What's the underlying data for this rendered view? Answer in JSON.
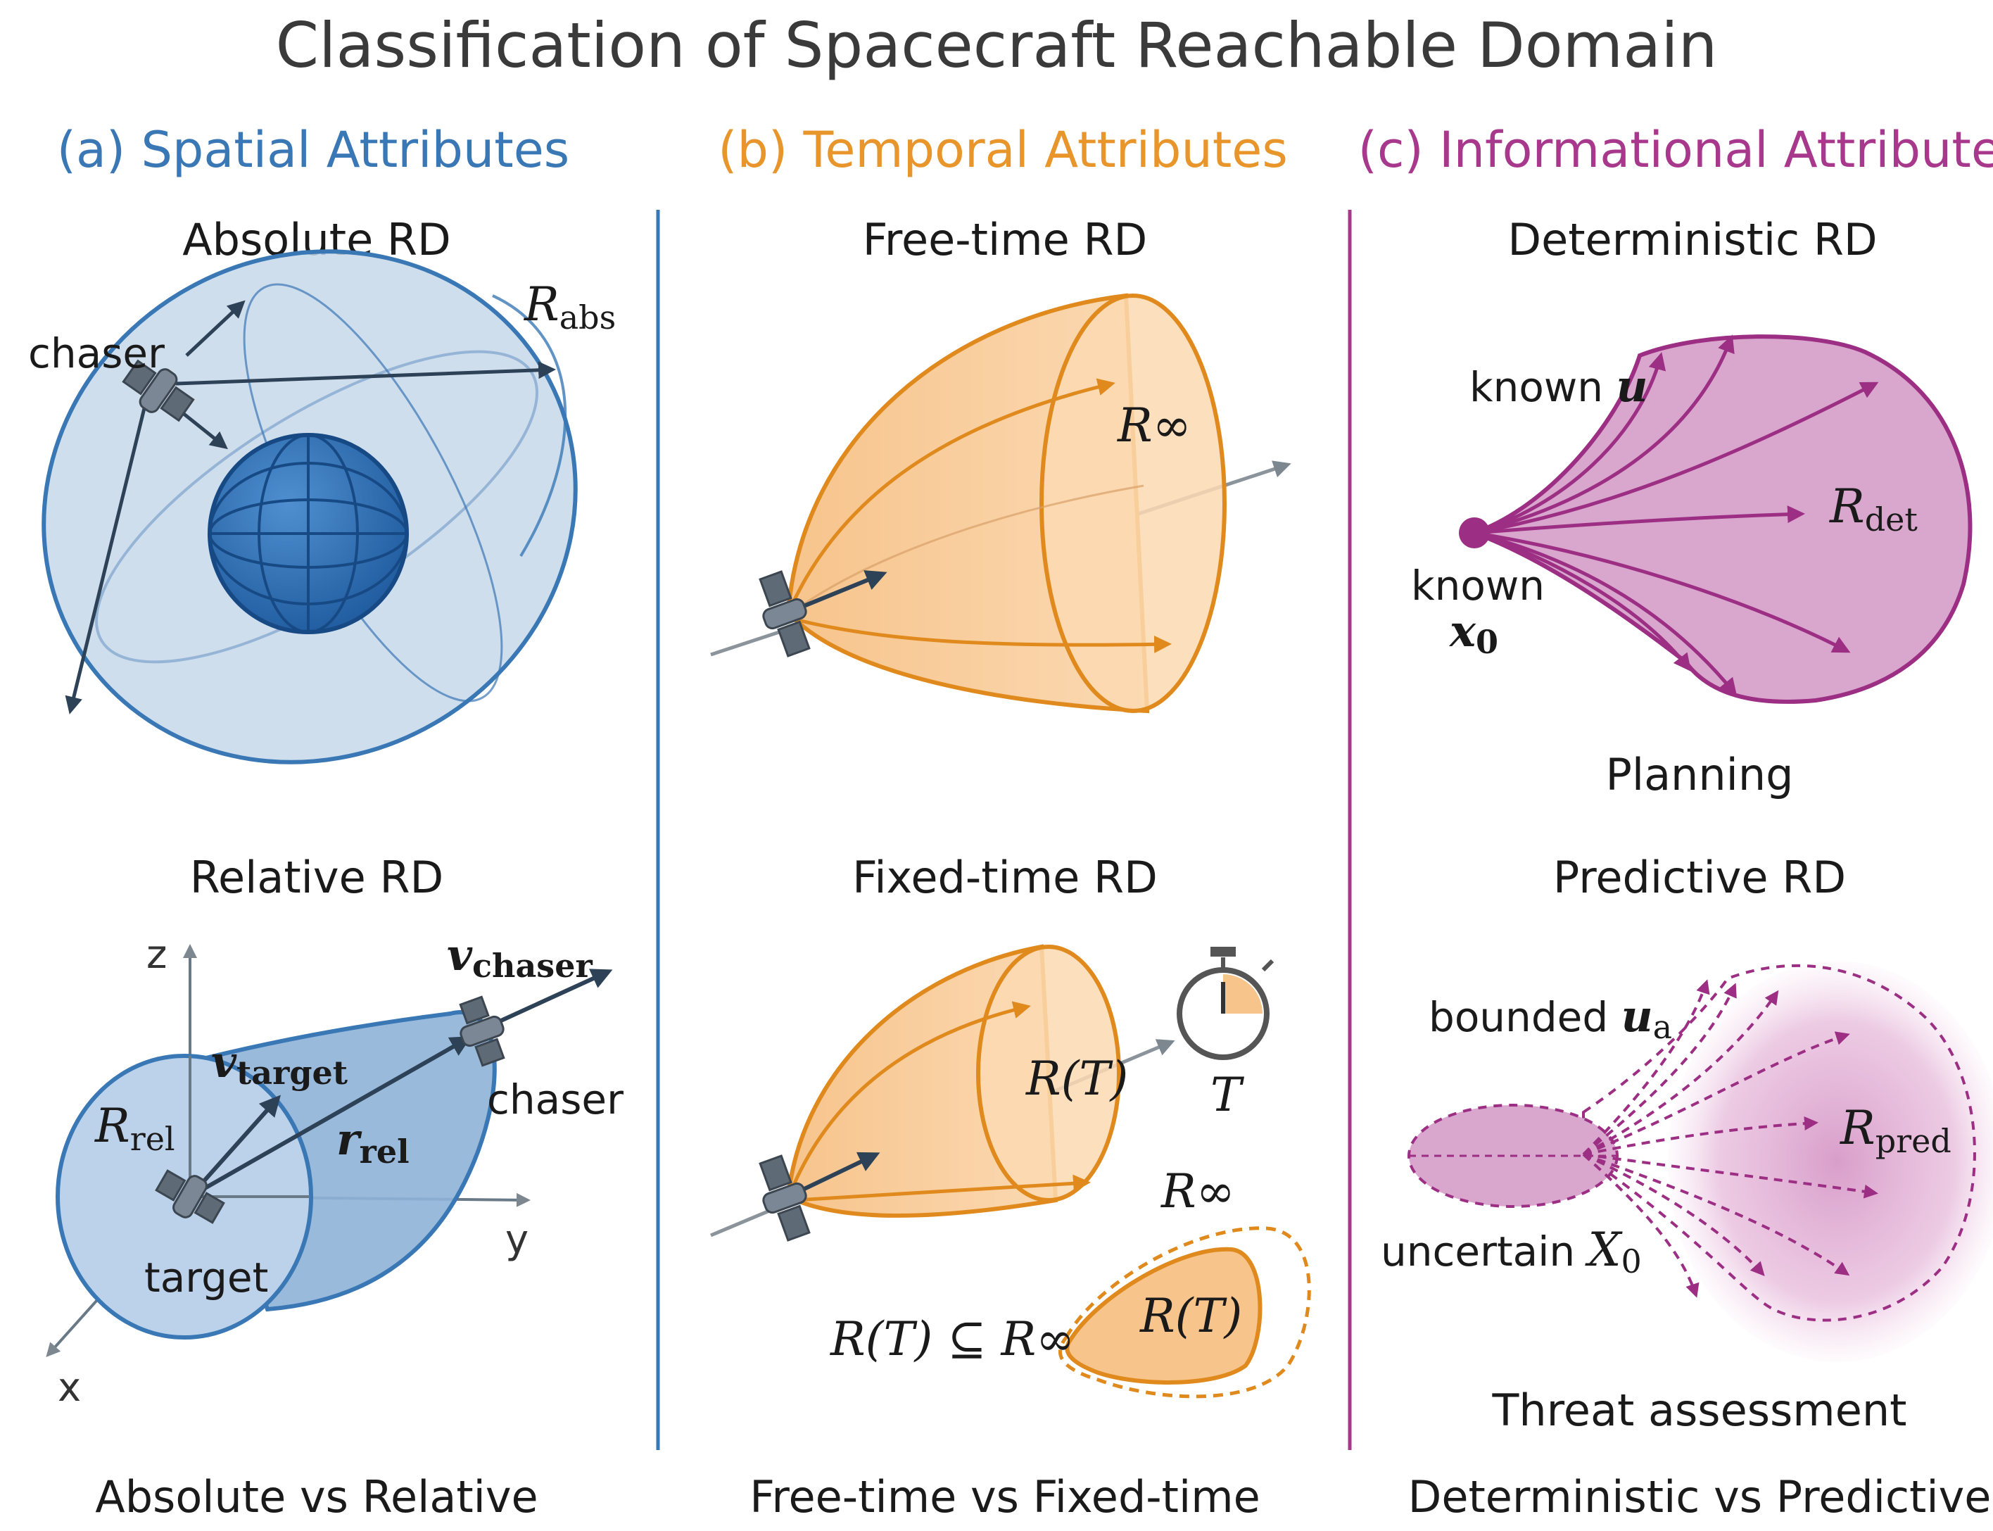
{
  "title": "Classification of Spacecraft Reachable Domain",
  "colors": {
    "spatial": "#3a78b5",
    "temporal": "#e8962b",
    "informational": "#a8388c",
    "text": "#1a1a1a"
  },
  "columns": [
    {
      "heading": "(a) Spatial Attributes",
      "top": {
        "title": "Absolute RD",
        "chaser_label": "chaser",
        "region_label": {
          "base": "R",
          "sub": "abs"
        }
      },
      "bottom": {
        "title": "Relative RD",
        "axis_z": "z",
        "axis_y": "y",
        "axis_x": "x",
        "region_label": {
          "base": "R",
          "sub": "rel"
        },
        "v_chaser": {
          "base": "v",
          "sub": "chaser"
        },
        "v_target": {
          "base": "v",
          "sub": "target"
        },
        "r_rel": {
          "base": "r",
          "sub": "rel"
        },
        "chaser_label": "chaser",
        "target_label": "target"
      },
      "footer": "Absolute vs Relative"
    },
    {
      "heading": "(b) Temporal Attributes",
      "top": {
        "title": "Free-time RD",
        "region_label": "R∞"
      },
      "bottom": {
        "title": "Fixed-time RD",
        "region_label": "R(T)",
        "clock_label": "T",
        "outer_label": "R∞",
        "inner_label": "R(T)",
        "relation": "R(T) ⊆ R∞"
      },
      "footer": "Free-time vs Fixed-time"
    },
    {
      "heading": "(c) Informational Attributes",
      "top": {
        "title": "Deterministic RD",
        "known_u": {
          "text": "known ",
          "sym": "u"
        },
        "known_x0": {
          "text": "known",
          "sym": "x",
          "sub": "0"
        },
        "region_label": {
          "base": "R",
          "sub": "det"
        },
        "caption": "Planning"
      },
      "bottom": {
        "title": "Predictive RD",
        "bounded_u": {
          "text": "bounded ",
          "sym": "u",
          "sub": "a"
        },
        "uncertain_x0": {
          "text": "uncertain ",
          "sym": "X",
          "sub": "0"
        },
        "region_label": {
          "base": "R",
          "sub": "pred"
        },
        "caption": "Threat assessment"
      },
      "footer": "Deterministic vs Predictive"
    }
  ]
}
